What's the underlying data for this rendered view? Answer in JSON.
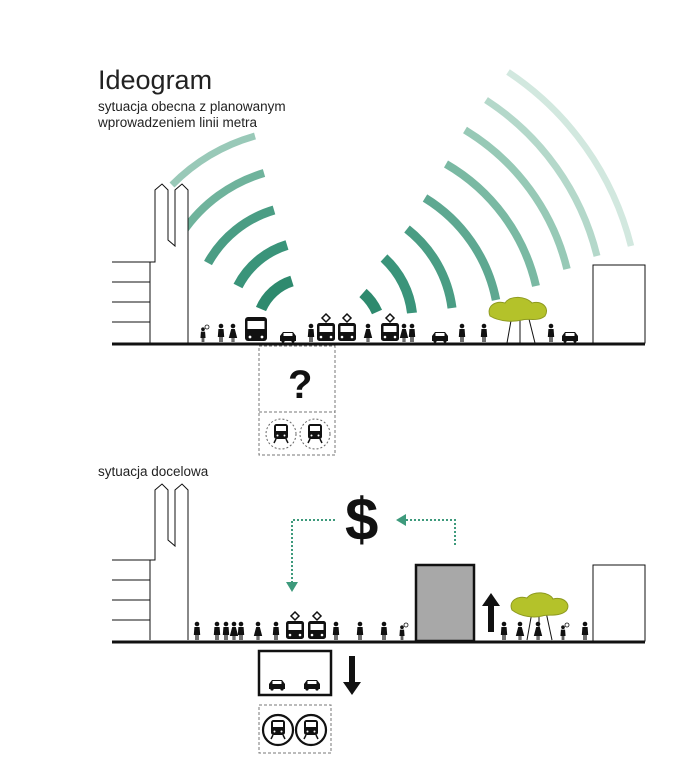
{
  "title": "Ideogram",
  "subtitle_line1": "sytuacja obecna z planowanym",
  "subtitle_line2": "wprowadzeniem linii metra",
  "section2_label": "sytuacja docelowa",
  "question_mark": "?",
  "dollar_sign": "$",
  "colors": {
    "arc": "#3e9a7c",
    "tree": "#b4c22a",
    "building": "#a8a8a8",
    "line": "#111111",
    "arrow_dotted": "#3e9a7c"
  }
}
